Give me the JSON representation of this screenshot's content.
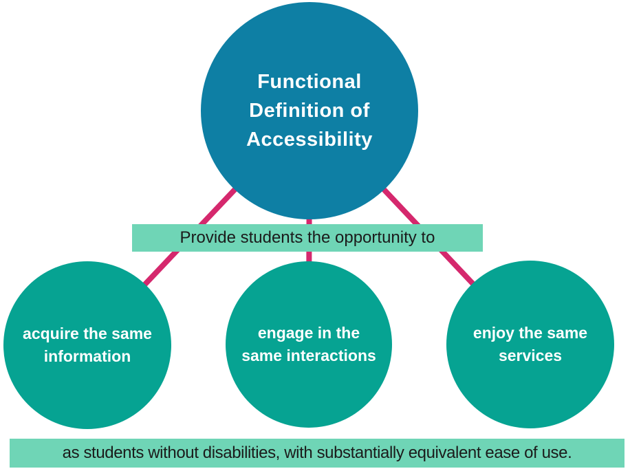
{
  "colors": {
    "hub_circle": "#0e7fa4",
    "branch_circle": "#06a392",
    "banner_background": "#6fd5b6",
    "connector_line": "#d5286d",
    "banner_text": "#1b1b1b",
    "circle_text": "#ffffff"
  },
  "hub": {
    "title_lines": [
      "Functional",
      "Definition of",
      "Accessibility"
    ]
  },
  "connector_banner": {
    "text": "Provide students the opportunity to"
  },
  "branches": [
    {
      "label": "acquire the same information"
    },
    {
      "label": "engage in the same interactions"
    },
    {
      "label": "enjoy the same services"
    }
  ],
  "footer_banner": {
    "text": "as students without disabilities, with substantially equivalent ease of use."
  }
}
